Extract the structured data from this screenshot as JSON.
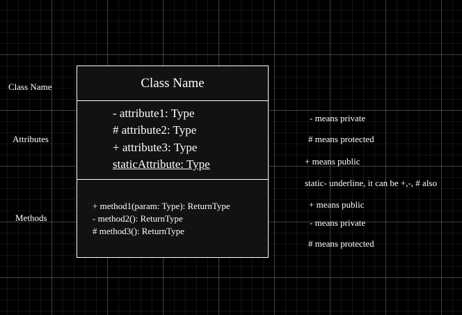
{
  "side_labels": {
    "class_name": "Class Name",
    "attributes": "Attributes",
    "methods": "Methods"
  },
  "class_box": {
    "name": "Class Name",
    "attributes": [
      "- attribute1: Type",
      "# attribute2: Type",
      "+ attribute3: Type",
      "staticAttribute: Type "
    ],
    "methods": [
      "+ method1(param: Type): ReturnType",
      "- method2(): ReturnType",
      "# method3(): ReturnType"
    ]
  },
  "notes": [
    "- means private",
    "# means protected",
    "+  means public",
    "static- underline, it can be +,-, # also",
    "+  means public",
    "- means private",
    "# means protected"
  ],
  "colors": {
    "background": "#000000",
    "box_fill": "#121212",
    "stroke": "#ffffff",
    "text": "#ffffff"
  }
}
